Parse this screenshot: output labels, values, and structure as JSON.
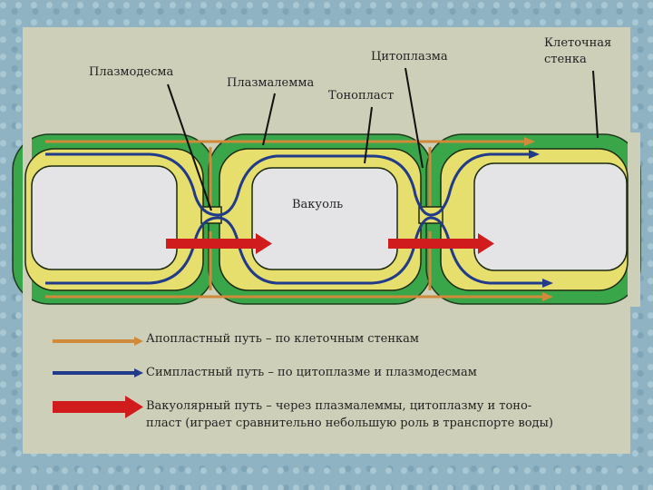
{
  "labels": {
    "plasmodesma": "Плазмодесма",
    "plasmalemma": "Плазмалемма",
    "tonoplast": "Тонопласт",
    "cytoplasm": "Цитоплазма",
    "cell_wall_1": "Клеточная",
    "cell_wall_2": "стенка",
    "vacuole": "Вакуоль"
  },
  "legend": [
    {
      "text": "Апопластный путь – по клеточным стенкам",
      "color": "#d08a3a"
    },
    {
      "text": "Симпластный путь – по цитоплазме и плазмодесмам",
      "color": "#223a8a"
    },
    {
      "text": "Вакуолярный путь – через плазмалеммы, цитоплазму и тоно-",
      "text2": "пласт (играет сравнительно небольшую роль в транспорте воды)",
      "color": "#d01c1c"
    }
  ],
  "colors": {
    "wall": "#3aa64a",
    "cytoplasm": "#e6df6e",
    "vacuole": "#e4e4e6"
  }
}
